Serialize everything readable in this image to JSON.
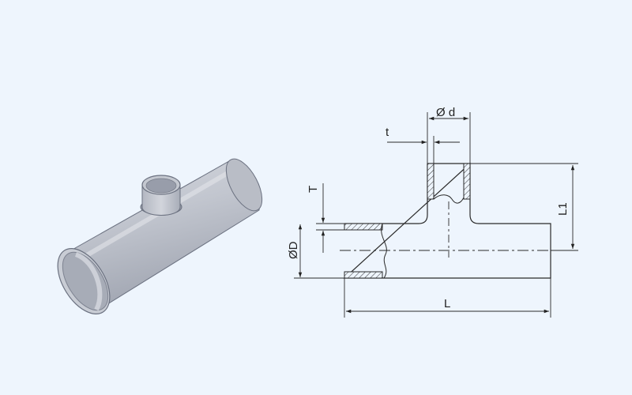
{
  "colors": {
    "background": "#eef5fd",
    "pipe_body": "#bfc3cc",
    "pipe_shadow": "#8e93a0",
    "pipe_edge": "#6b7180",
    "line": "#2a2a2a"
  },
  "drawing": {
    "labels": {
      "branch_diameter": "Ø d",
      "branch_wall": "t",
      "main_wall": "T",
      "main_diameter": "ØD",
      "branch_height": "L1",
      "length": "L"
    }
  }
}
